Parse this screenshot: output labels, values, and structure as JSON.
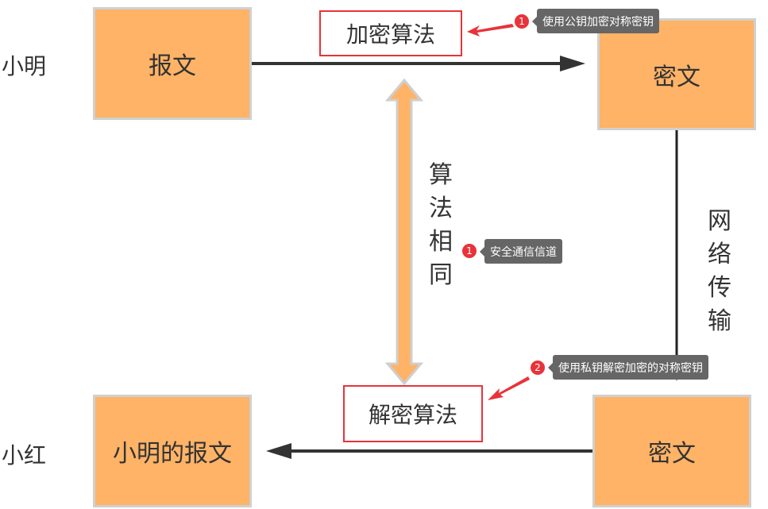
{
  "actors": {
    "sender": "小明",
    "receiver": "小红"
  },
  "boxes": {
    "plaintext": "报文",
    "ciphertext_top": "密文",
    "received_plaintext": "小明的报文",
    "ciphertext_bottom": "密文"
  },
  "algorithms": {
    "encrypt": "加密算法",
    "decrypt": "解密算法"
  },
  "labels": {
    "same_algorithm": "算法相同",
    "network_transfer": "网络传输"
  },
  "annotations": [
    {
      "number": "1",
      "text": "使用公钥加密对称密钥"
    },
    {
      "number": "1",
      "text": "安全通信信道"
    },
    {
      "number": "2",
      "text": "使用私钥解密加密的对称密钥"
    }
  ],
  "colors": {
    "box_fill": "#ffb366",
    "highlight": "#e8333a",
    "tooltip": "#666666"
  }
}
